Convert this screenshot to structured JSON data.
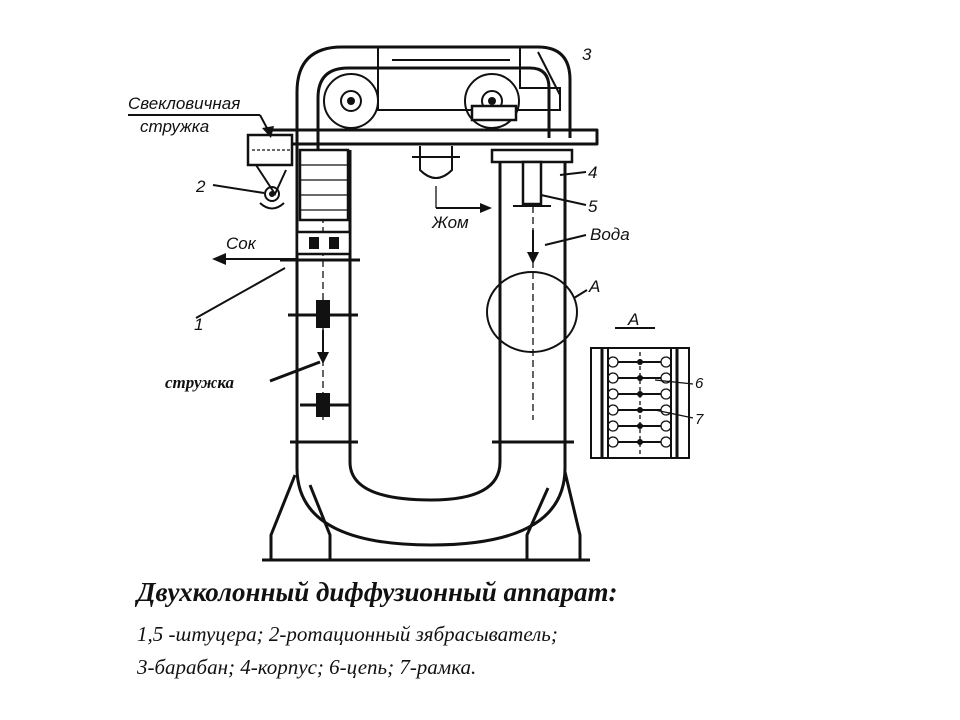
{
  "labels": {
    "beet_chips": "Свекловичная",
    "beet_chips_2": "стружка",
    "juice": "Сок",
    "pulp": "Жом",
    "water": "Вода",
    "chips": "стружка",
    "n1": "1",
    "n2": "2",
    "n3": "3",
    "n4": "4",
    "n5": "5",
    "n6": "6",
    "n7": "7",
    "detail_a": "А",
    "detail_a_title": "А"
  },
  "caption": {
    "title": "Двухколонный диффузионный аппарат:",
    "line1": "1,5 -штуцера; 2-ротационный зябрасыватель;",
    "line2": "3-барабан; 4-корпус; 6-цепь; 7-рамка."
  }
}
